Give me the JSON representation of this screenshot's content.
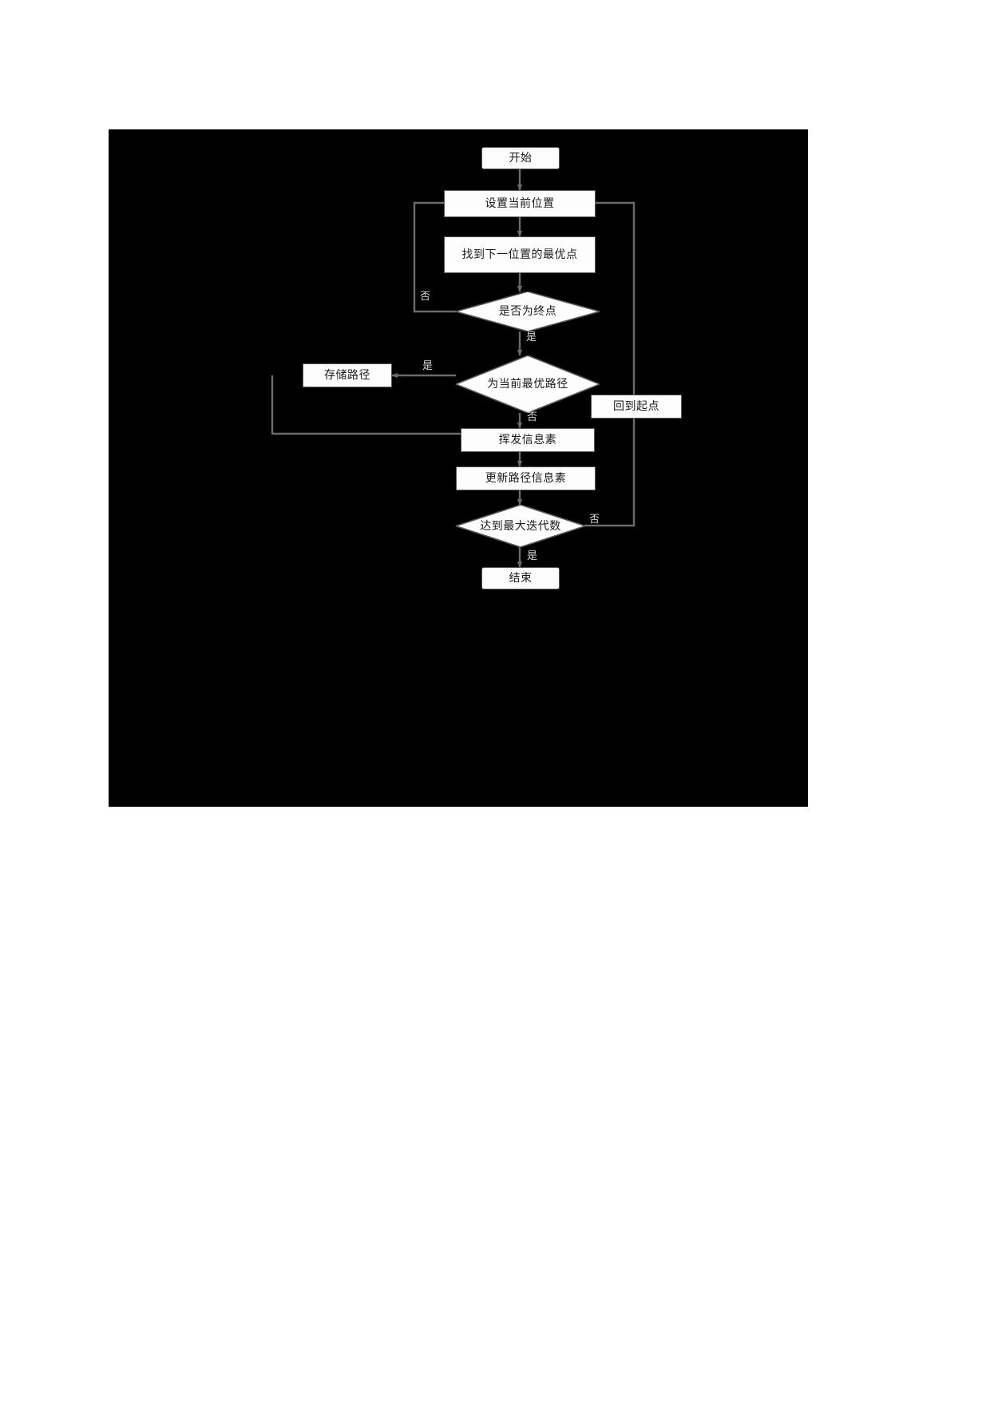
{
  "figure": {
    "kind": "flowchart",
    "background_color": "#000000",
    "node_fill": "#fdfdfd",
    "node_stroke": "#575757",
    "connector_color": "#6b6b6b",
    "edge_label_color": "#d8d8d8",
    "nodes": [
      {
        "id": "start",
        "type": "terminator",
        "label": "开始"
      },
      {
        "id": "set_pos",
        "type": "process",
        "label": "设置当前位置"
      },
      {
        "id": "find_next",
        "type": "process",
        "label": "找到下一位置的最优点"
      },
      {
        "id": "is_end",
        "type": "decision",
        "label": "是否为终点"
      },
      {
        "id": "is_best",
        "type": "decision",
        "label": "为当前最优路径"
      },
      {
        "id": "store_path",
        "type": "process",
        "label": "存储路径"
      },
      {
        "id": "back_start",
        "type": "process",
        "label": "回到起点"
      },
      {
        "id": "evaporate",
        "type": "process",
        "label": "挥发信息素"
      },
      {
        "id": "update_ph",
        "type": "process",
        "label": "更新路径信息素"
      },
      {
        "id": "max_iter",
        "type": "decision",
        "label": "达到最大迭代数"
      },
      {
        "id": "end",
        "type": "terminator",
        "label": "结束"
      }
    ],
    "edges": [
      {
        "from": "start",
        "to": "set_pos",
        "label": ""
      },
      {
        "from": "set_pos",
        "to": "find_next",
        "label": ""
      },
      {
        "from": "find_next",
        "to": "is_end",
        "label": ""
      },
      {
        "from": "is_end",
        "to": "set_pos",
        "label": "否"
      },
      {
        "from": "is_end",
        "to": "is_best",
        "label": "是"
      },
      {
        "from": "is_best",
        "to": "store_path",
        "label": "是"
      },
      {
        "from": "is_best",
        "to": "evaporate",
        "label": "否"
      },
      {
        "from": "store_path",
        "to": "evaporate",
        "label": ""
      },
      {
        "from": "evaporate",
        "to": "update_ph",
        "label": ""
      },
      {
        "from": "update_ph",
        "to": "max_iter",
        "label": ""
      },
      {
        "from": "max_iter",
        "to": "set_pos",
        "label": "否"
      },
      {
        "from": "max_iter",
        "to": "end",
        "label": "是"
      }
    ],
    "edge_labels": {
      "is_end_no": "否",
      "is_end_yes": "是",
      "is_best_yes": "是",
      "is_best_no": "否",
      "max_iter_no": "否",
      "max_iter_yes": "是"
    }
  }
}
